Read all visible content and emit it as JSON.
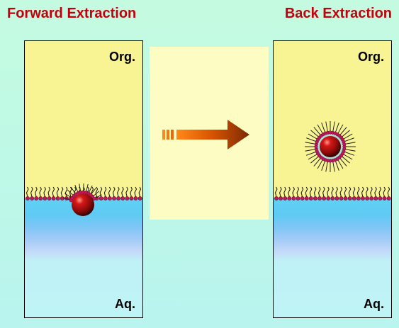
{
  "titles": {
    "forward": "Forward Extraction",
    "back": "Back Extraction"
  },
  "panels": {
    "left": {
      "org_label": "Org.",
      "aq_label": "Aq."
    },
    "right": {
      "org_label": "Org.",
      "aq_label": "Aq."
    }
  },
  "colors": {
    "title": "#c4000c",
    "organic_phase": "#f8f493",
    "aqueous_phase": "#5fd1f4",
    "particle": "#b30f0f",
    "surfactant_head": "#c2185b",
    "arrow": "#e05a00"
  },
  "icons": {
    "arrow": "right-arrow-icon"
  }
}
